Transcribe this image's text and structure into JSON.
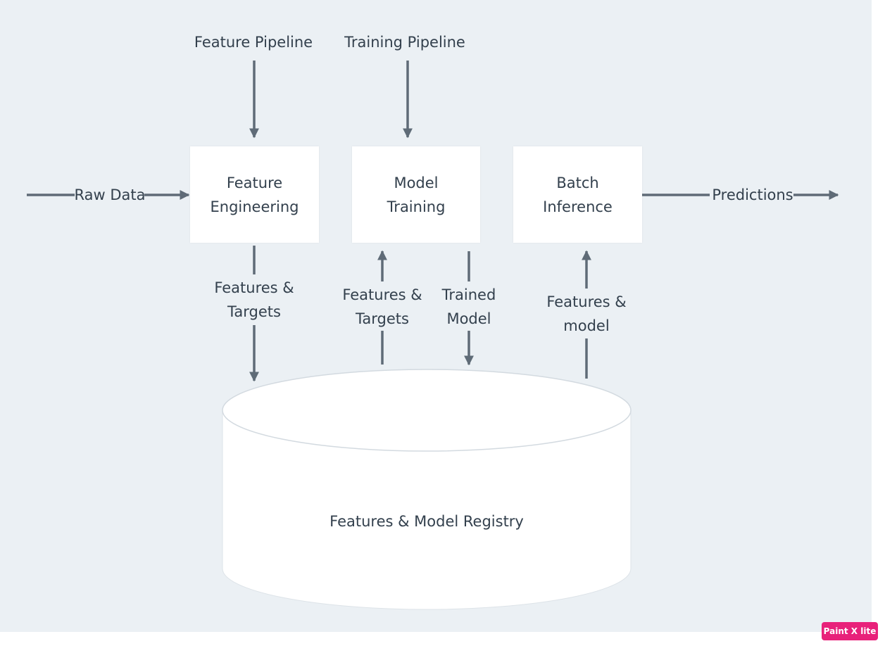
{
  "pipelines": {
    "feature_pipeline": "Feature Pipeline",
    "training_pipeline": "Training Pipeline"
  },
  "boxes": {
    "feature_engineering": "Feature\nEngineering",
    "model_training": "Model\nTraining",
    "batch_inference": "Batch\nInference"
  },
  "edges": {
    "raw_data": "Raw Data",
    "predictions": "Predictions",
    "features_targets_out": "Features &\nTargets",
    "features_targets_in": "Features &\nTargets",
    "trained_model": "Trained\nModel",
    "features_model": "Features &\nmodel"
  },
  "storage": {
    "label": "Features & Model Registry"
  },
  "watermark": "Paint X lite",
  "colors": {
    "background": "#ebf0f4",
    "node_fill": "#ffffff",
    "arrow": "#5f6b77",
    "text": "#33404d",
    "watermark": "#e8217a"
  }
}
